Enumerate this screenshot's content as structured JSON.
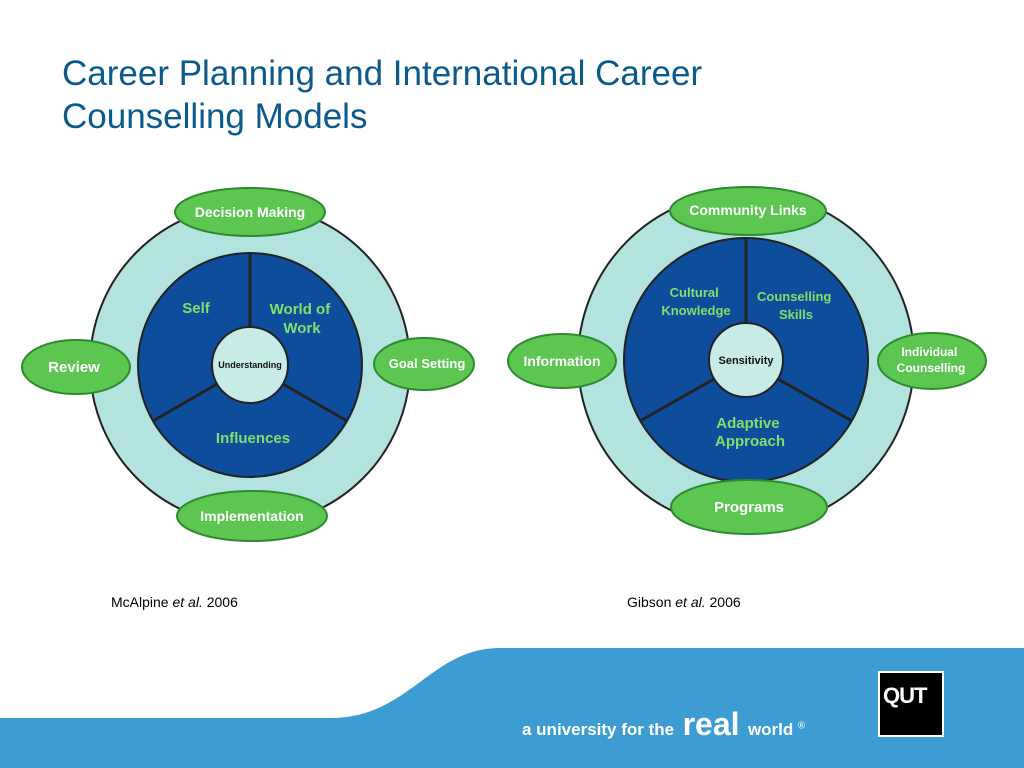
{
  "title": {
    "line1": "Career Planning and International Career",
    "line2": "Counselling Models"
  },
  "colors": {
    "title": "#0b5a8c",
    "outer_ring": "#b3e3df",
    "inner_circle": "#0e4d9c",
    "pill_fill": "#5cc651",
    "pill_stroke": "#2e8a2e",
    "center_circle": "#c7ebe7",
    "inner_text": "#7fe06a",
    "footer_band": "#3d9dd3"
  },
  "models": [
    {
      "pills": {
        "top": "Decision Making",
        "left": "Review",
        "right": "Goal Setting",
        "bottom": "Implementation"
      },
      "sectors": {
        "top_left": [
          "Self"
        ],
        "top_right": [
          "World of",
          "Work"
        ],
        "bottom": [
          "Influences"
        ]
      },
      "center": "Understanding",
      "caption": {
        "author": "McAlpine",
        "etal": "et al.",
        "year": "2006"
      }
    },
    {
      "pills": {
        "top": "Community Links",
        "left": "Information",
        "right": [
          "Individual",
          "Counselling"
        ],
        "bottom": "Programs"
      },
      "sectors": {
        "top_left": [
          "Cultural",
          "Knowledge"
        ],
        "top_right": [
          "Counselling",
          "Skills"
        ],
        "bottom": [
          "Adaptive",
          "Approach"
        ]
      },
      "center": "Sensitivity",
      "caption": {
        "author": "Gibson",
        "etal": "et al.",
        "year": "2006"
      }
    }
  ],
  "footer": {
    "tagline_pre": "a university for the",
    "tagline_real": "real",
    "tagline_world": "world",
    "registered": "®",
    "logo_text": "QUT"
  }
}
